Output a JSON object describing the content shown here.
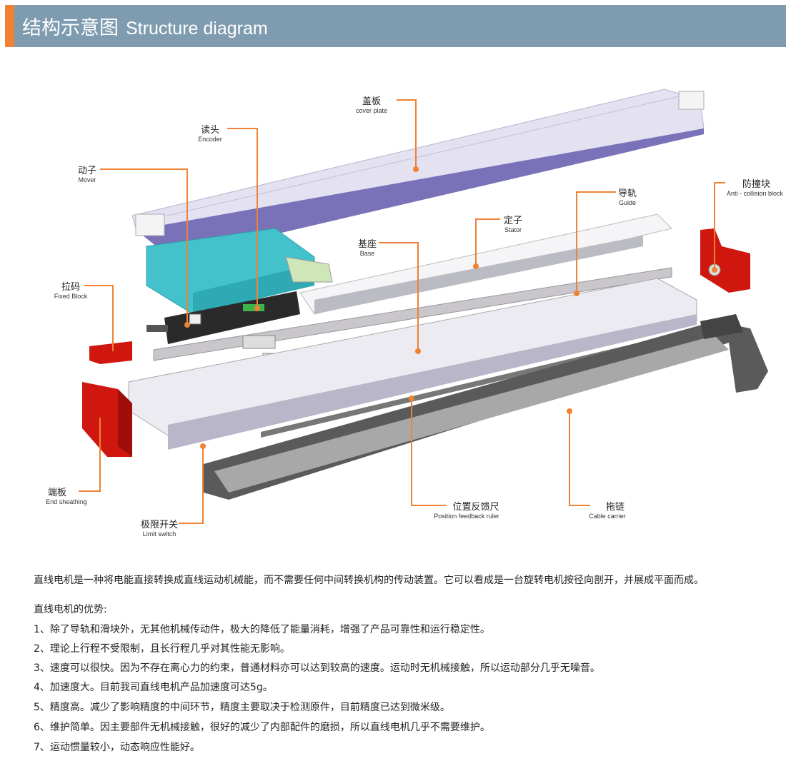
{
  "header": {
    "title_cn": "结构示意图",
    "title_en": "Structure diagram"
  },
  "colors": {
    "accent": "#ef8233",
    "header_bg": "#7f9bb0",
    "leader": "#ef8233"
  },
  "labels": {
    "cover_plate": {
      "cn": "盖板",
      "en": "cover plate"
    },
    "encoder": {
      "cn": "读头",
      "en": "Encoder"
    },
    "mover": {
      "cn": "动子",
      "en": "Mover"
    },
    "guide": {
      "cn": "导轨",
      "en": "Guide"
    },
    "anti_collision": {
      "cn": "防撞块",
      "en": "Anti - collision block"
    },
    "stator": {
      "cn": "定子",
      "en": "Stator"
    },
    "base": {
      "cn": "基座",
      "en": "Base"
    },
    "fixed_block": {
      "cn": "拉码",
      "en": "Fixed Block"
    },
    "end_sheathing": {
      "cn": "端板",
      "en": "End sheathing"
    },
    "limit_switch": {
      "cn": "极限开关",
      "en": "Limit switch"
    },
    "feedback_ruler": {
      "cn": "位置反馈尺",
      "en": "Position feedback ruler"
    },
    "cable_carrier": {
      "cn": "拖链",
      "en": "Cable carrier"
    }
  },
  "description": {
    "intro": "直线电机是一种将电能直接转换成直线运动机械能，而不需要任何中间转换机构的传动装置。它可以看成是一台旋转电机按径向剖开，并展成平面而成。",
    "advantages_title": "直线电机的优势:",
    "advantages": [
      "1、除了导轨和滑块外，无其他机械传动件，极大的降低了能量消耗，增强了产品可靠性和运行稳定性。",
      "2、理论上行程不受限制，且长行程几乎对其性能无影响。",
      "3、速度可以很快。因为不存在离心力的约束，普通材料亦可以达到较高的速度。运动时无机械接触，所以运动部分几乎无噪音。",
      "4、加速度大。目前我司直线电机产品加速度可达5g。",
      "5、精度高。减少了影响精度的中间环节，精度主要取决于检测原件，目前精度已达到微米级。",
      "6、维护简单。因主要部件无机械接触，很好的减少了内部配件的磨损，所以直线电机几乎不需要维护。",
      "7、运动惯量较小，动态响应性能好。"
    ]
  }
}
